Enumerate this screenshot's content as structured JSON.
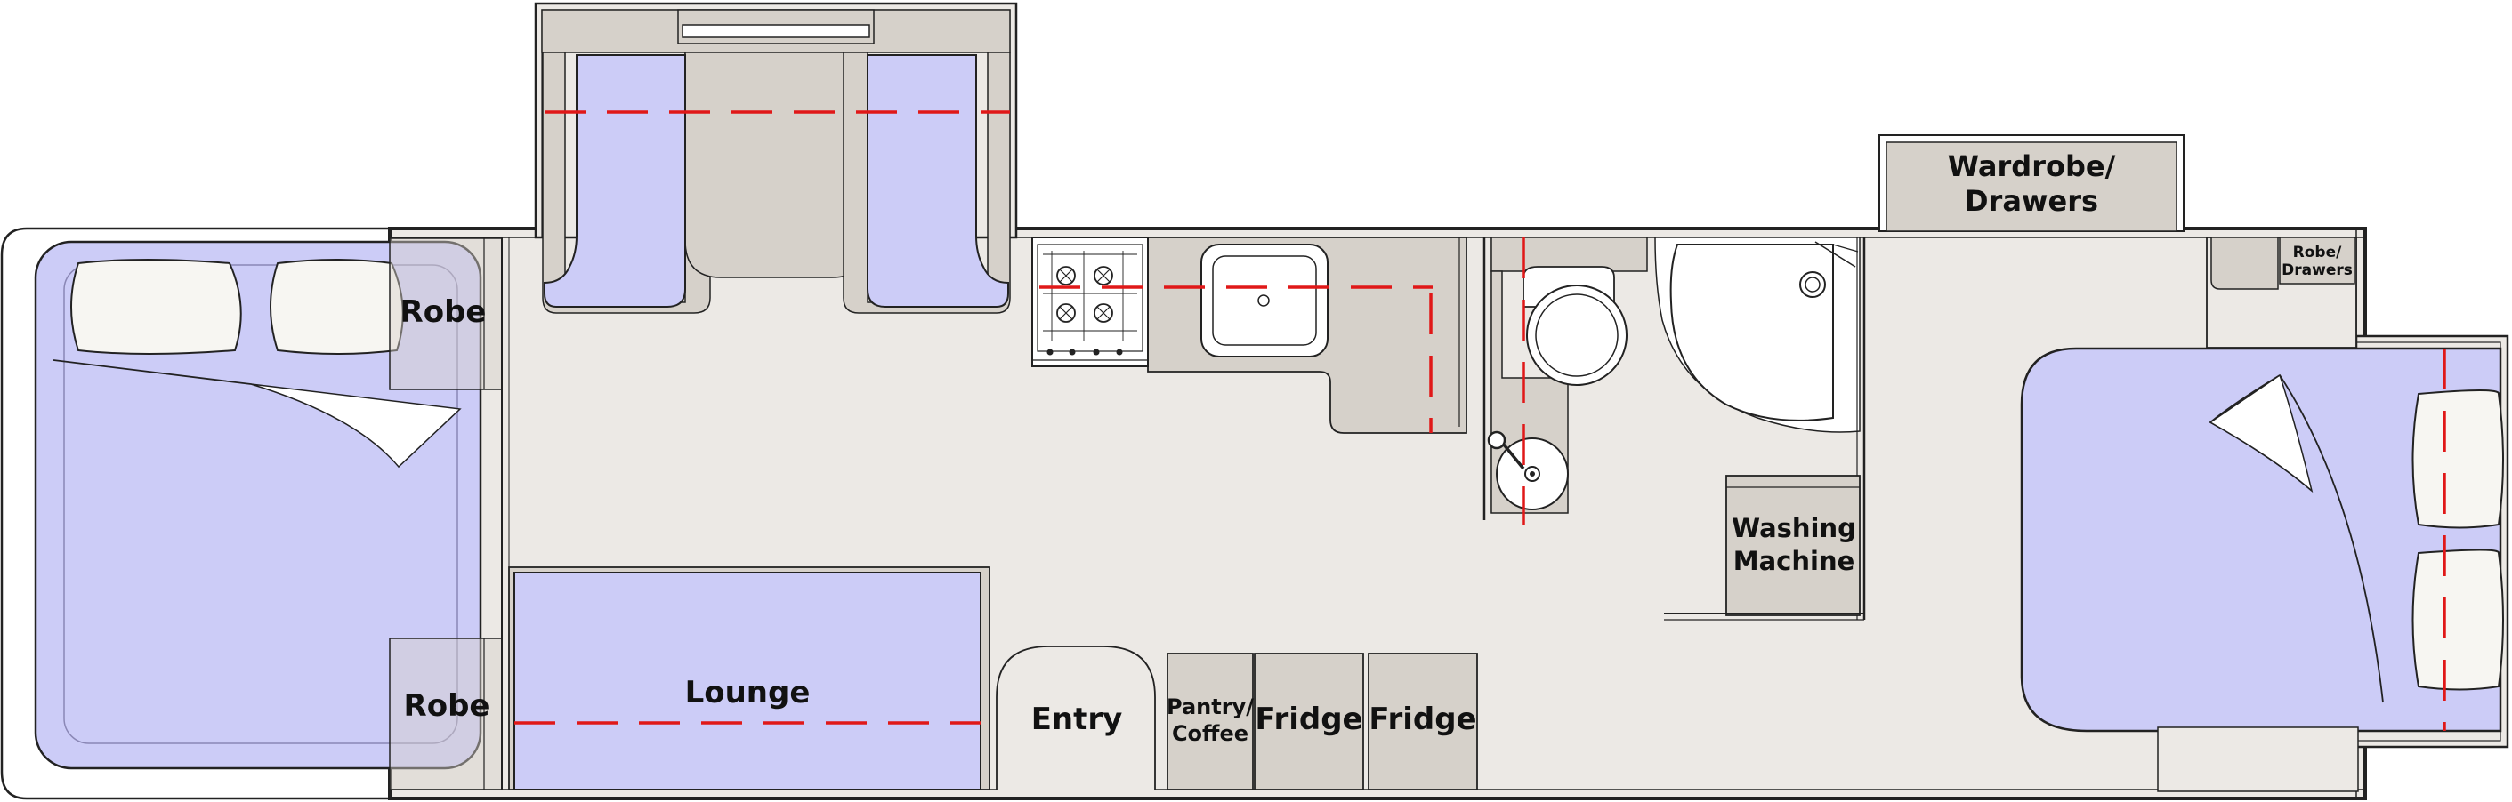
{
  "labels": {
    "robe_top": "Robe",
    "robe_bottom": "Robe",
    "lounge": "Lounge",
    "entry": "Entry",
    "pantry_line1": "Pantry/",
    "pantry_line2": "Coffee",
    "fridge_1": "Fridge",
    "fridge_2": "Fridge",
    "wardrobe_line1": "Wardrobe/",
    "wardrobe_line2": "Drawers",
    "robe_drawers_line1": "Robe/",
    "robe_drawers_line2": "Drawers",
    "washing_line1": "Washing",
    "washing_line2": "Machine"
  },
  "colors": {
    "floor": "#ece9e5",
    "cabinetry": "#d6d1ca",
    "upholstery": "#ccccf7",
    "pillow": "#f7f6f2",
    "outline": "#222222",
    "dimension_line": "#e01818",
    "white": "#ffffff"
  }
}
